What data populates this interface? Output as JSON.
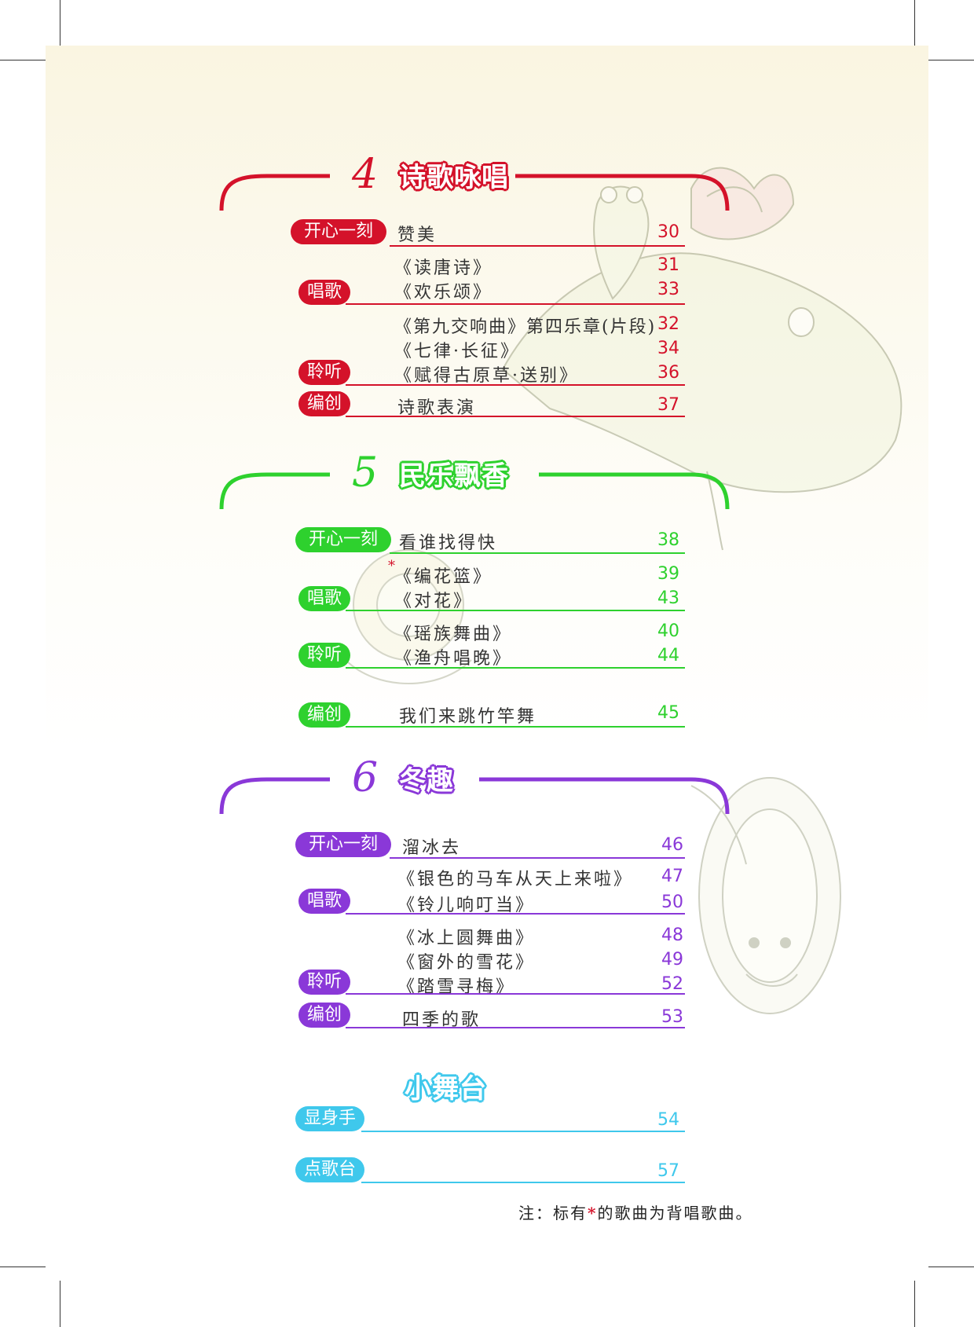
{
  "colors": {
    "red": "#d4122a",
    "green": "#2ed12e",
    "purple": "#8a38d8",
    "cyan": "#3fc8ec"
  },
  "sections": [
    {
      "number": "4",
      "title": "诗歌咏唱",
      "labels": {
        "fun": "开心一刻",
        "sing": "唱歌",
        "listen": "聆听",
        "create": "编创"
      },
      "items": [
        {
          "text": "赞美",
          "page": "30"
        },
        {
          "text": "《读唐诗》",
          "page": "31"
        },
        {
          "text": "《欢乐颂》",
          "page": "33"
        },
        {
          "text": "《第九交响曲》第四乐章(片段)",
          "page": "32"
        },
        {
          "text": "《七律·长征》",
          "page": "34"
        },
        {
          "text": "《赋得古原草·送别》",
          "page": "36"
        },
        {
          "text": "诗歌表演",
          "page": "37"
        }
      ]
    },
    {
      "number": "5",
      "title": "民乐飘香",
      "labels": {
        "fun": "开心一刻",
        "sing": "唱歌",
        "listen": "聆听",
        "create": "编创"
      },
      "items": [
        {
          "text": "看谁找得快",
          "page": "38"
        },
        {
          "text": "《编花篮》",
          "page": "39",
          "star": "*"
        },
        {
          "text": "《对花》",
          "page": "43"
        },
        {
          "text": "《瑶族舞曲》",
          "page": "40"
        },
        {
          "text": "《渔舟唱晚》",
          "page": "44"
        },
        {
          "text": "我们来跳竹竿舞",
          "page": "45"
        }
      ]
    },
    {
      "number": "6",
      "title": "冬趣",
      "labels": {
        "fun": "开心一刻",
        "sing": "唱歌",
        "listen": "聆听",
        "create": "编创"
      },
      "items": [
        {
          "text": "溜冰去",
          "page": "46"
        },
        {
          "text": "《银色的马车从天上来啦》",
          "page": "47"
        },
        {
          "text": "《铃儿响叮当》",
          "page": "50"
        },
        {
          "text": "《冰上圆舞曲》",
          "page": "48"
        },
        {
          "text": "《窗外的雪花》",
          "page": "49"
        },
        {
          "text": "《踏雪寻梅》",
          "page": "52"
        },
        {
          "text": "四季的歌",
          "page": "53"
        }
      ]
    }
  ],
  "stage": {
    "title": "小舞台",
    "items": [
      {
        "label": "显身手",
        "page": "54"
      },
      {
        "label": "点歌台",
        "page": "57"
      }
    ]
  },
  "note": {
    "prefix": "注：标有",
    "star": "*",
    "suffix": "的歌曲为背唱歌曲。"
  }
}
